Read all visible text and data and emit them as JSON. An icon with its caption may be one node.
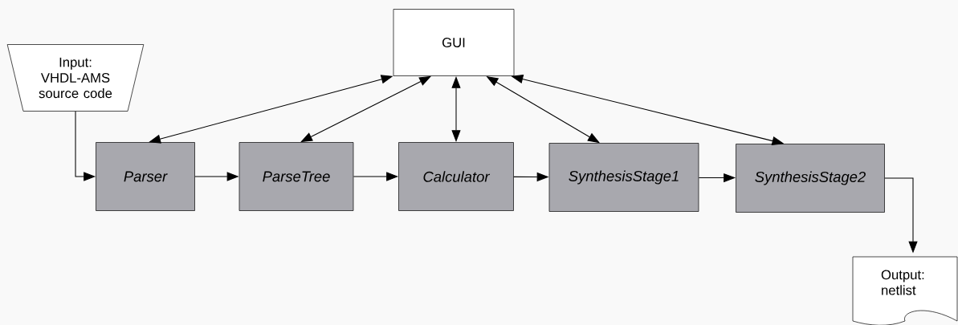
{
  "diagram": {
    "nodes": [
      {
        "text": [
          "Input: VHDL-AMS source code"
        ]
      },
      {
        "text": [
          "GUI"
        ]
      },
      {
        "text": [
          "Parser"
        ]
      },
      {
        "text": [
          "ParseTree"
        ]
      },
      {
        "text": [
          "Calculator"
        ]
      },
      {
        "text": [
          "SynthesisStage1"
        ]
      },
      {
        "text": [
          "SynthesisStage2"
        ]
      },
      {
        "text": [
          "Output: netlist"
        ]
      }
    ],
    "edges": [
      {
        "from": 0,
        "to": 2,
        "arrow": "to"
      },
      {
        "from": 2,
        "to": 3,
        "arrow": "to"
      },
      {
        "from": 3,
        "to": 4,
        "arrow": "to"
      },
      {
        "from": 4,
        "to": 5,
        "arrow": "to"
      },
      {
        "from": 5,
        "to": 6,
        "arrow": "to"
      },
      {
        "from": 6,
        "to": 7,
        "arrow": "to"
      },
      {
        "from": 1,
        "to": 2,
        "arrow": "both"
      },
      {
        "from": 1,
        "to": 3,
        "arrow": "both"
      },
      {
        "from": 1,
        "to": 4,
        "arrow": "both"
      },
      {
        "from": 1,
        "to": 5,
        "arrow": "both"
      },
      {
        "from": 1,
        "to": 6,
        "arrow": "both"
      }
    ]
  }
}
